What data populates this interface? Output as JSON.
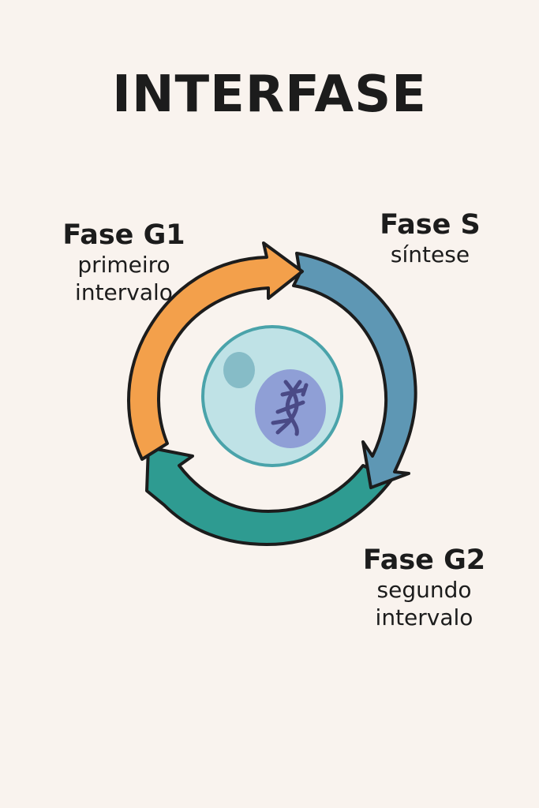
{
  "title": "INTERFASE",
  "phases": [
    {
      "id": "g1",
      "name": "Fase G1",
      "description": "primeiro\nintervalo",
      "color": "#f3a04b"
    },
    {
      "id": "s",
      "name": "Fase S",
      "description": "síntese",
      "color": "#5e97b4"
    },
    {
      "id": "g2",
      "name": "Fase G2",
      "description": "segundo\nintervalo",
      "color": "#2e9b91"
    }
  ],
  "colors": {
    "background": "#f9f3ee",
    "outline": "#1c1c1c",
    "cell_fill": "#bfe2e6",
    "cell_border": "#4aa3aa",
    "nucleus_fill": "#8f9fd6",
    "chromosome": "#4a4a86",
    "organelle": "#86bcc7"
  },
  "icons": [
    "cell-icon",
    "nucleus-icon",
    "chromosome-icon"
  ]
}
